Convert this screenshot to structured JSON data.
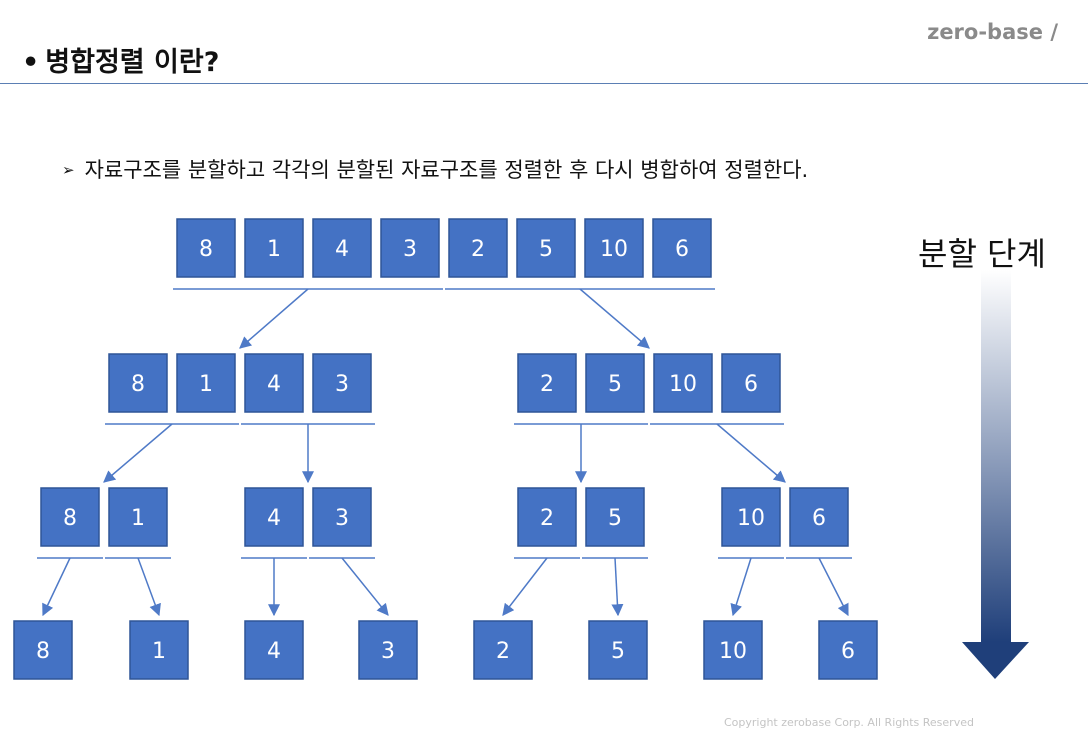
{
  "header": {
    "title": "병합정렬 이란?",
    "brand": "zero-base /"
  },
  "description": "자료구조를 분할하고 각각의 분할된 자료구조를 정렬한 후 다시 병합하여 정렬한다.",
  "step_label": "분할 단계",
  "footer": {
    "copyright": "Copyright zerobase Corp. All Rights Reserved"
  },
  "colors": {
    "box_fill": "#4472c4",
    "box_stroke": "#2f5597",
    "line": "#4f7ac7",
    "gradient_top": "#ffffff",
    "gradient_bottom": "#1f3f7a"
  },
  "levels": [
    [
      [
        "8",
        "1",
        "4",
        "3",
        "2",
        "5",
        "10",
        "6"
      ]
    ],
    [
      [
        "8",
        "1",
        "4",
        "3"
      ],
      [
        "2",
        "5",
        "10",
        "6"
      ]
    ],
    [
      [
        "8",
        "1"
      ],
      [
        "4",
        "3"
      ],
      [
        "2",
        "5"
      ],
      [
        "10",
        "6"
      ]
    ],
    [
      [
        "8"
      ],
      [
        "1"
      ],
      [
        "4"
      ],
      [
        "3"
      ],
      [
        "2"
      ],
      [
        "5"
      ],
      [
        "10"
      ],
      [
        "6"
      ]
    ]
  ]
}
